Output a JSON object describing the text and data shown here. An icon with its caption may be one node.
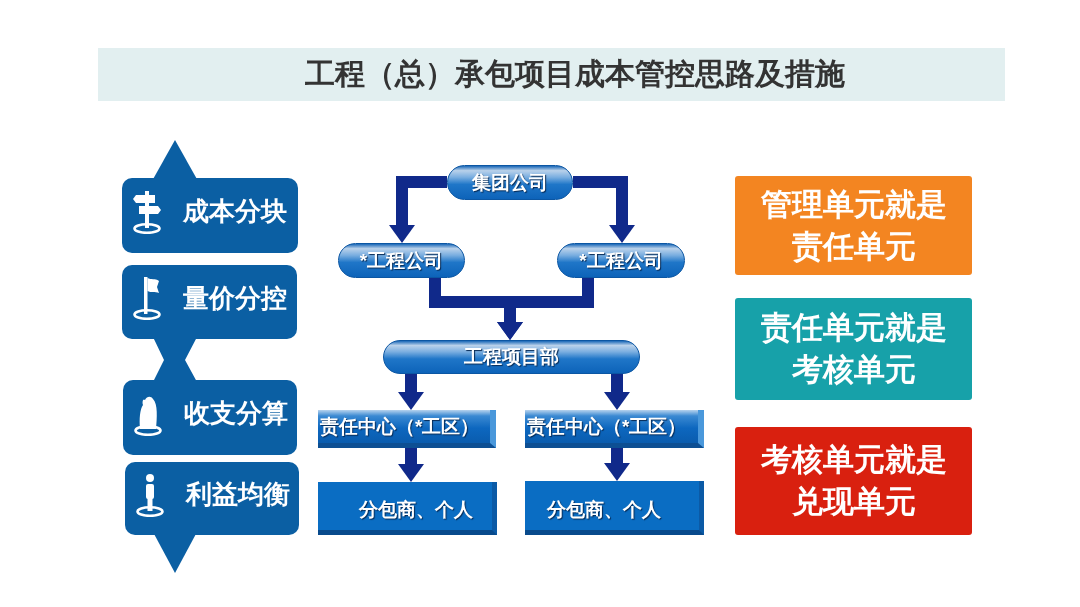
{
  "diagram": {
    "title": "工程（总）承包项目成本管控思路及措施",
    "nodes": [
      {
        "text": [
          "成本分块"
        ]
      },
      {
        "text": [
          "量价分控"
        ]
      },
      {
        "text": [
          "收支分算"
        ]
      },
      {
        "text": [
          "利益均衡"
        ]
      },
      {
        "text": [
          "集团公司"
        ]
      },
      {
        "text": [
          "*工程公司"
        ]
      },
      {
        "text": [
          "*工程公司"
        ]
      },
      {
        "text": [
          "工程项目部"
        ]
      },
      {
        "text": [
          "责任中心（*工区）"
        ]
      },
      {
        "text": [
          "责任中心（*工区）"
        ]
      },
      {
        "text": [
          "分包商、个人"
        ]
      },
      {
        "text": [
          "分包商、个人"
        ]
      },
      {
        "text": [
          "管理单元就是责任单元"
        ]
      },
      {
        "text": [
          "责任单元就是考核单元"
        ]
      },
      {
        "text": [
          "考核单元就是兑现单元"
        ]
      }
    ],
    "edges": [
      {
        "from": 4,
        "to": 5,
        "arrow": "to"
      },
      {
        "from": 4,
        "to": 6,
        "arrow": "to"
      },
      {
        "from": 5,
        "to": 7,
        "arrow": "to"
      },
      {
        "from": 6,
        "to": 7,
        "arrow": "to"
      },
      {
        "from": 7,
        "to": 8,
        "arrow": "to"
      },
      {
        "from": 7,
        "to": 9,
        "arrow": "to"
      },
      {
        "from": 8,
        "to": 10,
        "arrow": "to"
      },
      {
        "from": 9,
        "to": 11,
        "arrow": "to"
      }
    ]
  }
}
